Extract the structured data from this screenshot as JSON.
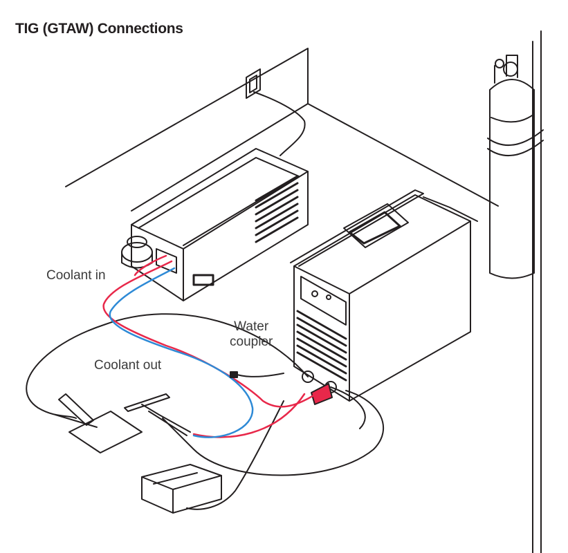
{
  "title": "TIG (GTAW) Connections",
  "labels": {
    "coolant_in": "Coolant in",
    "coolant_out": "Coolant out",
    "water_coupler_line1": "Water",
    "water_coupler_line2": "coupler"
  },
  "colors": {
    "coolant_in_hose": "#e8284a",
    "coolant_out_hose": "#2e8ad6",
    "line_art": "#231f20"
  }
}
